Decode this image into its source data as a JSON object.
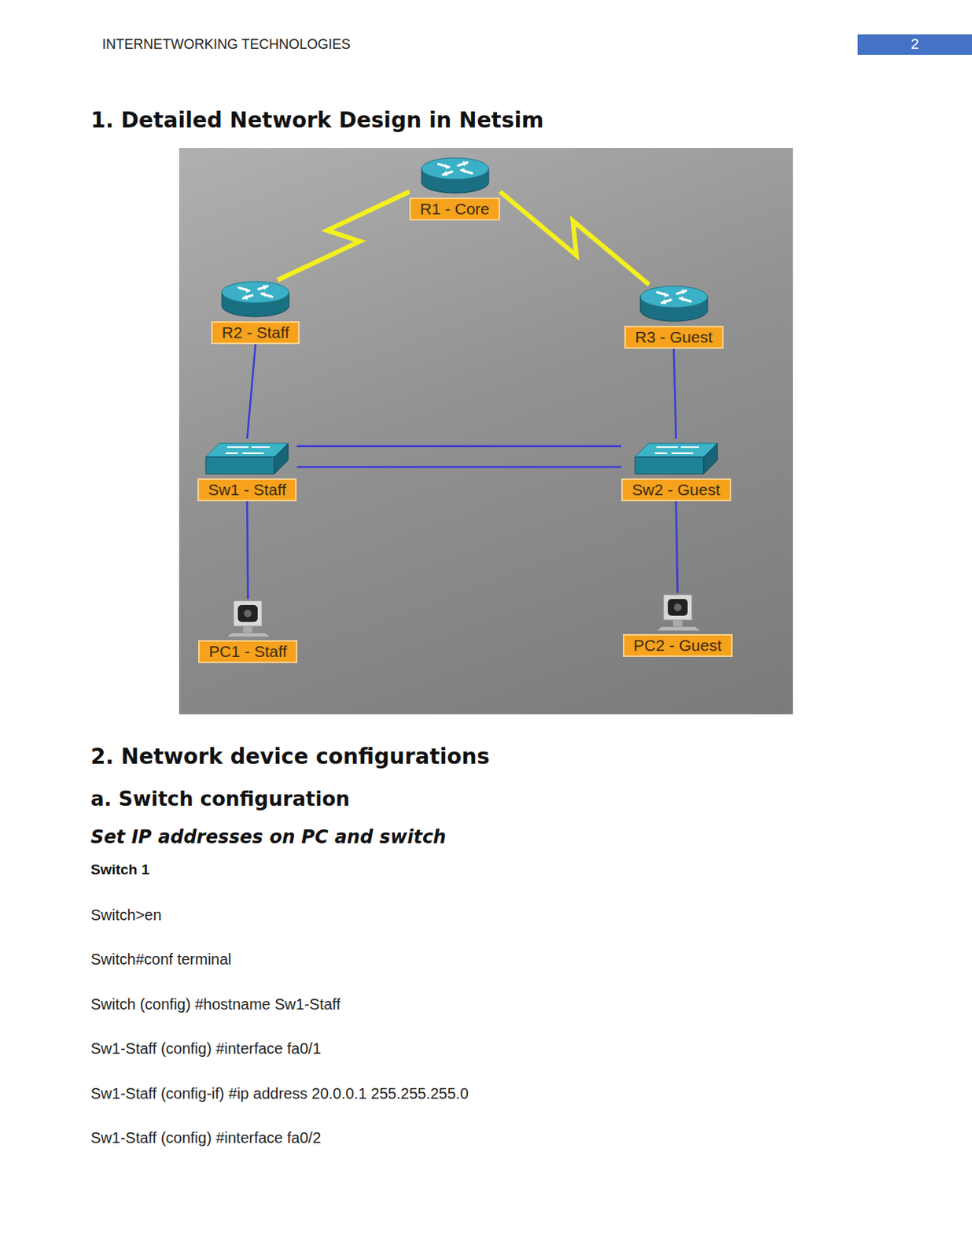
{
  "diagram": {
    "title": "1. Detailed Network Design in Netsim",
    "nodes": [
      {
        "text": [
          "R1 - Core"
        ]
      },
      {
        "text": [
          "R2 - Staff"
        ]
      },
      {
        "text": [
          "R3 - Guest"
        ]
      },
      {
        "text": [
          "Sw1 - Staff"
        ]
      },
      {
        "text": [
          "Sw2 - Guest"
        ]
      },
      {
        "text": [
          "PC1 - Staff"
        ]
      },
      {
        "text": [
          "PC2 - Guest"
        ]
      }
    ],
    "edges": [
      {
        "from": 0,
        "to": 1,
        "arrow": "none"
      },
      {
        "from": 0,
        "to": 2,
        "arrow": "none"
      },
      {
        "from": 1,
        "to": 3,
        "arrow": "none"
      },
      {
        "from": 2,
        "to": 4,
        "arrow": "none"
      },
      {
        "from": 3,
        "to": 4,
        "arrow": "none"
      },
      {
        "from": 3,
        "to": 4,
        "arrow": "none"
      },
      {
        "from": 3,
        "to": 5,
        "arrow": "none"
      },
      {
        "from": 4,
        "to": 6,
        "arrow": "none"
      }
    ],
    "labels": [
      "INTERNETWORKING TECHNOLOGIES",
      "2",
      "2. Network device configurations",
      "a. Switch configuration",
      "Set IP addresses on PC and switch",
      "Switch 1",
      "Switch>en",
      "Switch#conf terminal",
      "Switch (config) #hostname Sw1-Staff",
      "Sw1-Staff (config) #interface fa0/1",
      "Sw1-Staff (config-if) #ip address 20.0.0.1 255.255.255.0",
      "Sw1-Staff (config) #interface fa0/2"
    ]
  }
}
